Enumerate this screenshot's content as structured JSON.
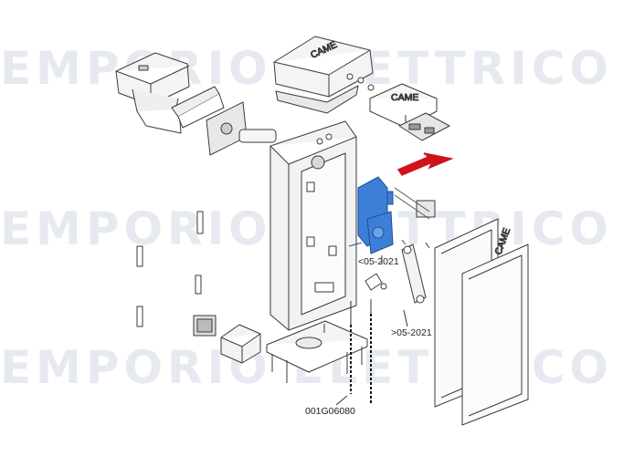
{
  "watermark": {
    "row1": "EMPORIO ELETTRICO",
    "row2": "EMPORIO ELETTRICO",
    "row3": "EMPORIO ELETTRICO"
  },
  "labels": {
    "gearmotor_before": "<05-2021",
    "arm_after": ">05-2021",
    "spring_code": "001G06080"
  },
  "brand": {
    "cover_logo": "CAME",
    "board_logo": "CAME",
    "panel_logo": "CAME"
  },
  "colors": {
    "highlight": "#3d7fd6",
    "arrow": "#d0121b",
    "line": "#3a3a3a"
  },
  "icons": {
    "pointer": "red-arrow-icon"
  }
}
